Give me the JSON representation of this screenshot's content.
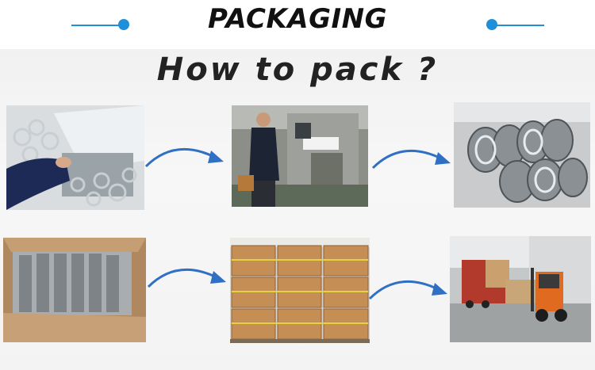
{
  "header": {
    "title": "PACKAGING"
  },
  "subtitle": "How to pack ?",
  "colors": {
    "accent": "#1f8fd8",
    "arrow": "#2f6fc4"
  },
  "steps": [
    {
      "icon": "hand-sorting-rings-photo"
    },
    {
      "icon": "worker-at-bagging-machine-photo"
    },
    {
      "icon": "bagged-rings-photo"
    },
    {
      "icon": "rings-in-carton-photo"
    },
    {
      "icon": "stacked-cartons-photo"
    },
    {
      "icon": "forklift-loading-truck-photo"
    }
  ]
}
